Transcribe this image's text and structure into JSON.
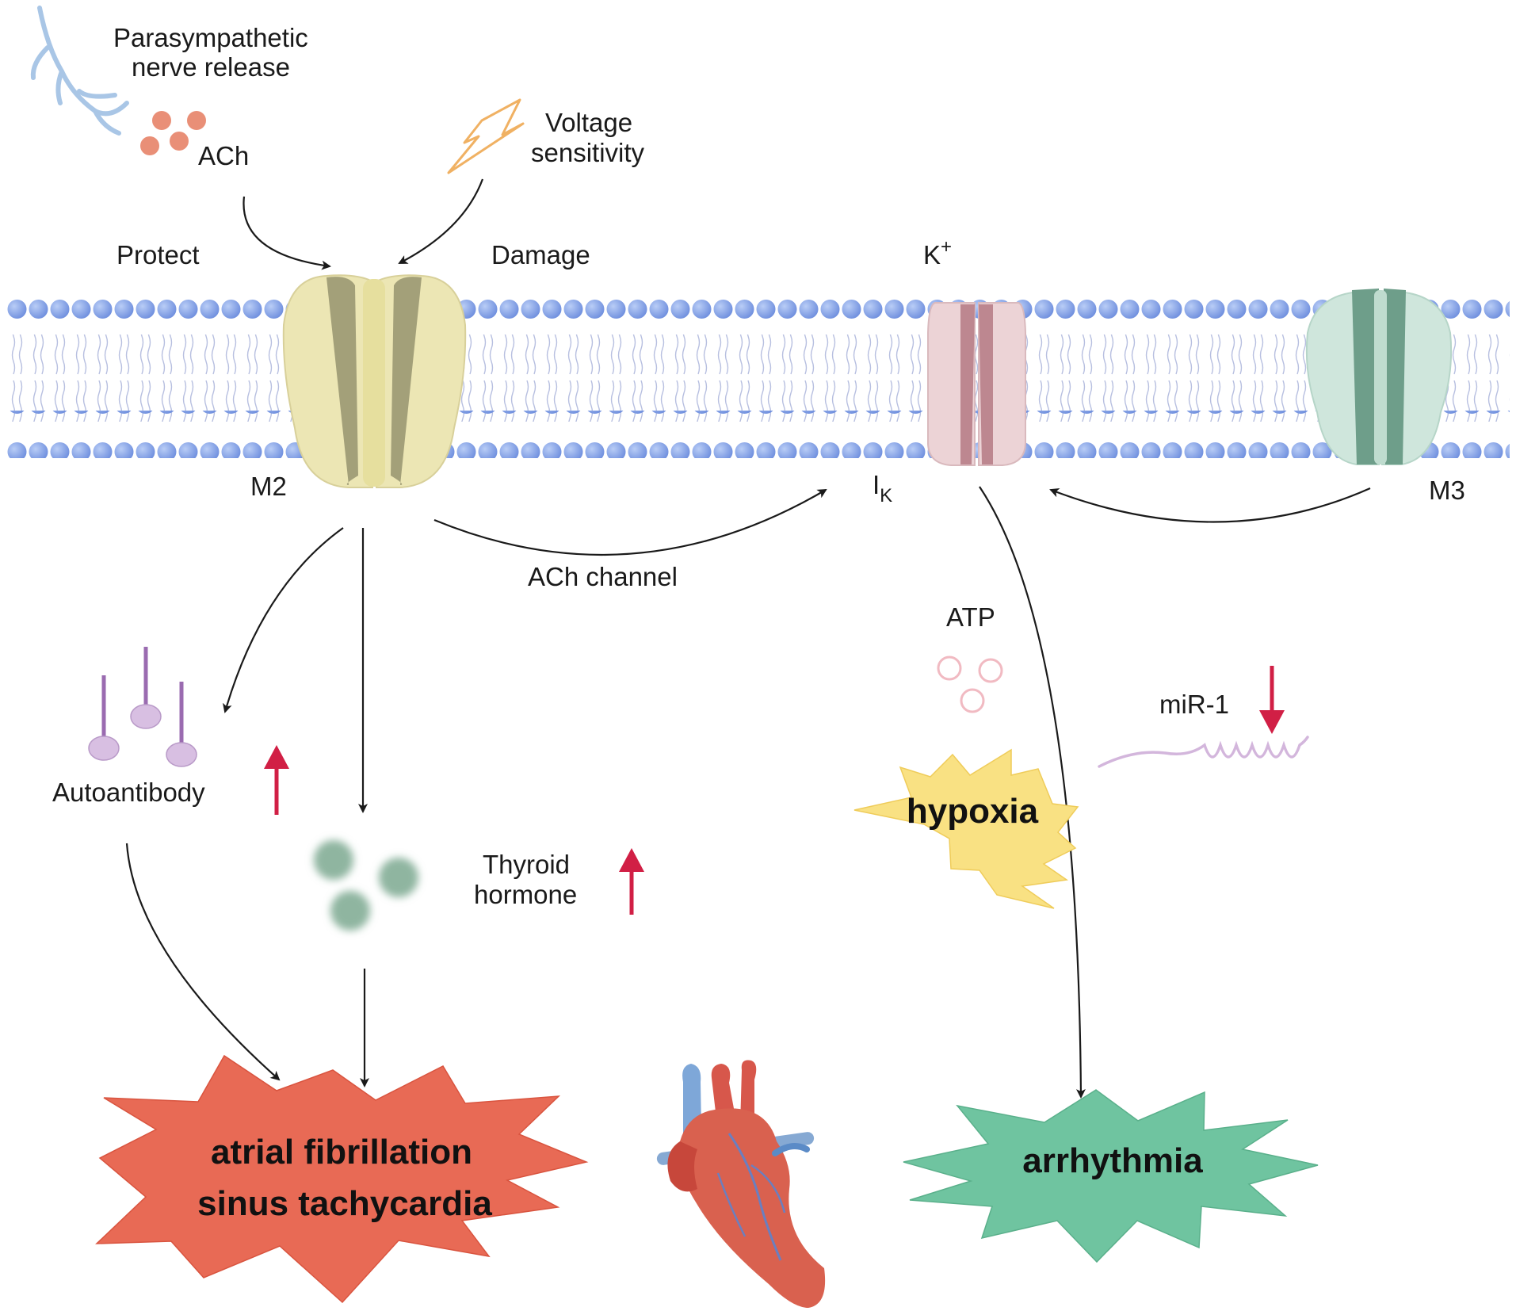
{
  "labels": {
    "parasympathetic_line1": "Parasympathetic",
    "parasympathetic_line2": "nerve release",
    "ach": "ACh",
    "voltage_line1": "Voltage",
    "voltage_line2": "sensitivity",
    "protect": "Protect",
    "damage": "Damage",
    "k_plus": "K",
    "k_plus_sup": "+",
    "m2": "M2",
    "ik": "I",
    "ik_sub": "K",
    "m3": "M3",
    "ach_channel": "ACh channel",
    "atp": "ATP",
    "mir1": "miR-1",
    "autoantibody": "Autoantibody",
    "thyroid_line1": "Thyroid",
    "thyroid_line2": "hormone",
    "hypoxia": "hypoxia",
    "af_line1": "atrial fibrillation",
    "af_line2": "sinus tachycardia",
    "arrhythmia": "arrhythmia"
  },
  "colors": {
    "lipid_head": "#7f9ee6",
    "m2_receptor": "#ece6b4",
    "k_channel": "#ecd3d6",
    "m3_receptor": "#cfe6dc",
    "up_arrow": "#d11f45",
    "af_burst": "#e86a55",
    "arrhythmia_burst": "#6fc4a0",
    "hypoxia_burst": "#f9e183"
  },
  "icons": [
    "nerve-icon",
    "ach-molecules-icon",
    "lightning-icon",
    "autoantibody-icon",
    "thyroid-hormone-icon",
    "atp-icon",
    "mirna-strand-icon",
    "heart-icon"
  ]
}
